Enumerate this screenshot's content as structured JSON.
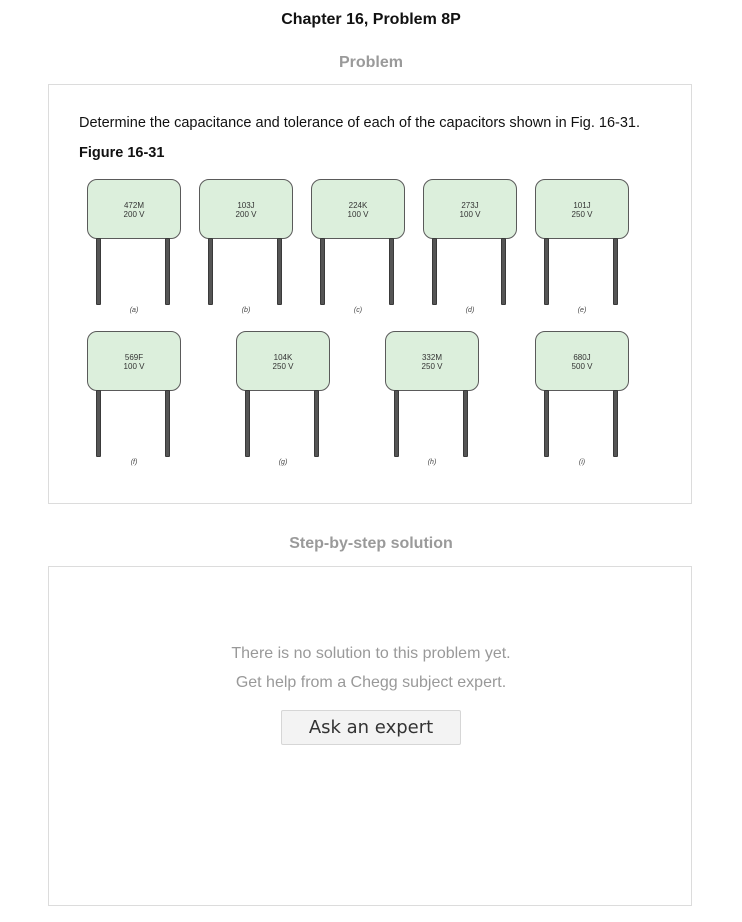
{
  "header": {
    "chapter_title": "Chapter 16, Problem 8P"
  },
  "problem": {
    "heading": "Problem",
    "text": "Determine the capacitance and tolerance of each of the capacitors shown in Fig. 16-31.",
    "figure_label": "Figure 16-31",
    "capacitors": [
      {
        "code": "472M",
        "voltage": "200 V",
        "letter": "(a)"
      },
      {
        "code": "103J",
        "voltage": "200 V",
        "letter": "(b)"
      },
      {
        "code": "224K",
        "voltage": "100 V",
        "letter": "(c)"
      },
      {
        "code": "273J",
        "voltage": "100 V",
        "letter": "(d)"
      },
      {
        "code": "101J",
        "voltage": "250 V",
        "letter": "(e)"
      },
      {
        "code": "569F",
        "voltage": "100 V",
        "letter": "(f)"
      },
      {
        "code": "104K",
        "voltage": "250 V",
        "letter": "(g)"
      },
      {
        "code": "332M",
        "voltage": "250 V",
        "letter": "(h)"
      },
      {
        "code": "680J",
        "voltage": "500 V",
        "letter": "(i)"
      }
    ]
  },
  "solution": {
    "heading": "Step-by-step solution",
    "message_line1": "There is no solution to this problem yet.",
    "message_line2": "Get help from a Chegg subject expert.",
    "ask_button_label": "Ask an expert"
  }
}
